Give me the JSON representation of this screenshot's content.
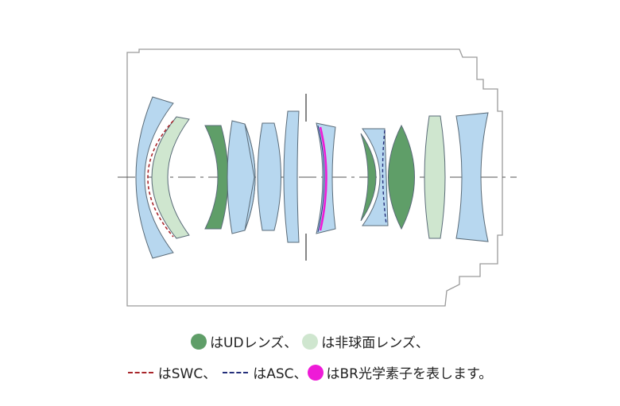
{
  "colors": {
    "ud": "#5f9e68",
    "aspherical": "#cfe6cf",
    "swc": "#a8262b",
    "asc": "#242f7a",
    "br": "#ee1bd7",
    "lens": "#b7d7ef",
    "outline": "#8a8a8a"
  },
  "legend": {
    "ud_label": "はUDレンズ、",
    "aspherical_label": "は非球面レンズ、",
    "swc_label": "はSWC、",
    "asc_label": "はASC、",
    "br_label": "はBR光学素子を表します。"
  }
}
